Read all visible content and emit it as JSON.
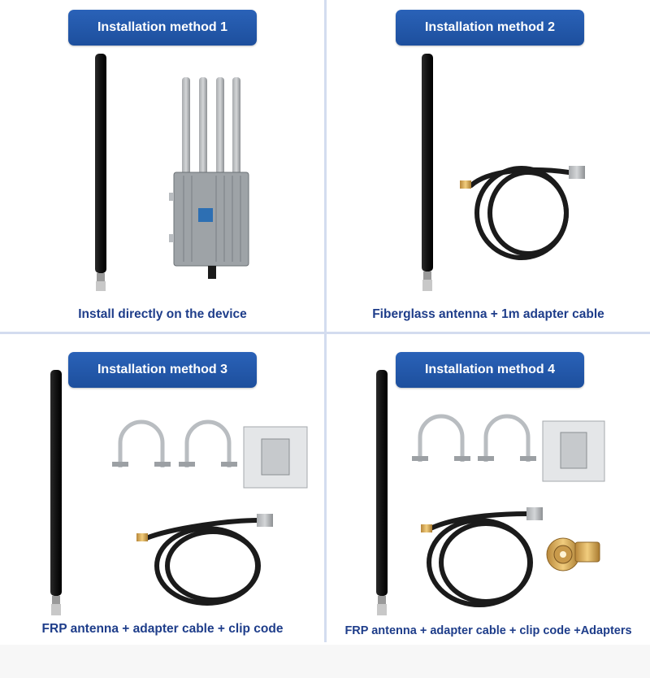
{
  "colors": {
    "badge": "#1d4f9d",
    "caption": "#1e3d8a",
    "divider": "#d3dcef",
    "antenna": "#1a1a1a",
    "metal": "#c9cdd2"
  },
  "panels": [
    {
      "badge": "Installation method 1",
      "caption": "Install directly on the device"
    },
    {
      "badge": "Installation method 2",
      "caption": "Fiberglass antenna + 1m adapter cable"
    },
    {
      "badge": "Installation method 3",
      "caption": "FRP antenna + adapter cable + clip code"
    },
    {
      "badge": "Installation method 4",
      "caption": "FRP antenna + adapter cable + clip code +Adapters"
    }
  ],
  "icons": [
    "fiberglass-antenna-icon",
    "outdoor-access-point-icon",
    "adapter-cable-icon",
    "u-bolt-clamp-icon",
    "mounting-plate-icon",
    "rp-sma-adapter-icon"
  ]
}
